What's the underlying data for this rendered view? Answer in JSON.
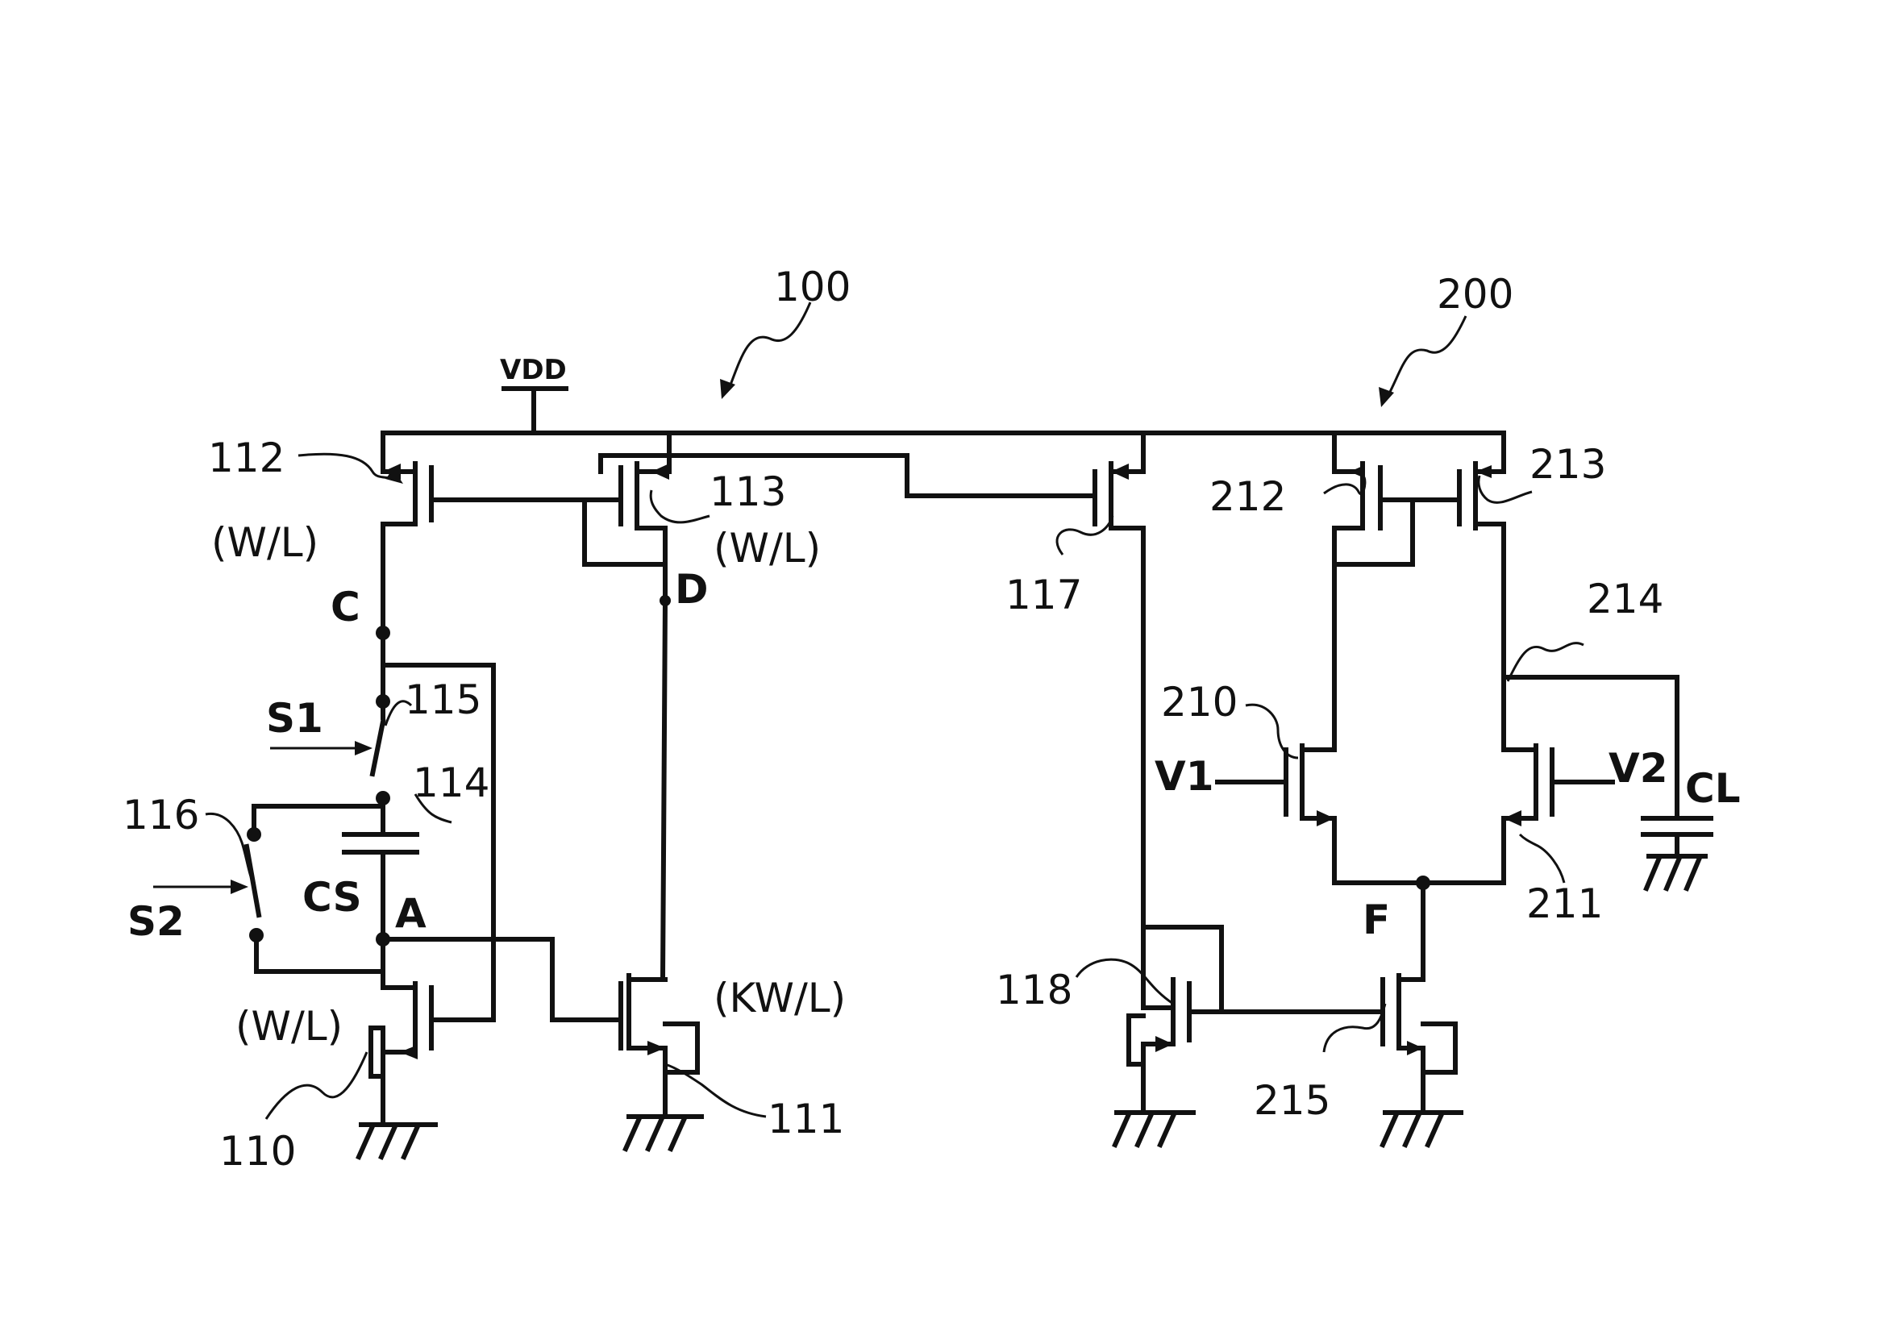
{
  "labels": {
    "ref_100": "100",
    "ref_200": "200",
    "vdd": "VDD",
    "ref_112": "112",
    "ref_113": "113",
    "ref_117": "117",
    "ref_212": "212",
    "ref_213": "213",
    "wl_112": "(W/L)",
    "wl_113": "(W/L)",
    "node_c": "C",
    "node_d": "D",
    "s1": "S1",
    "ref_115": "115",
    "ref_114": "114",
    "ref_116": "116",
    "cs": "CS",
    "node_a": "A",
    "s2": "S2",
    "wl_110": "(W/L)",
    "kwl_111": "(KW/L)",
    "ref_110": "110",
    "ref_111": "111",
    "ref_214": "214",
    "ref_210": "210",
    "v1": "V1",
    "v2": "V2",
    "cl": "CL",
    "ref_211": "211",
    "node_f": "F",
    "ref_118": "118",
    "ref_215": "215"
  }
}
